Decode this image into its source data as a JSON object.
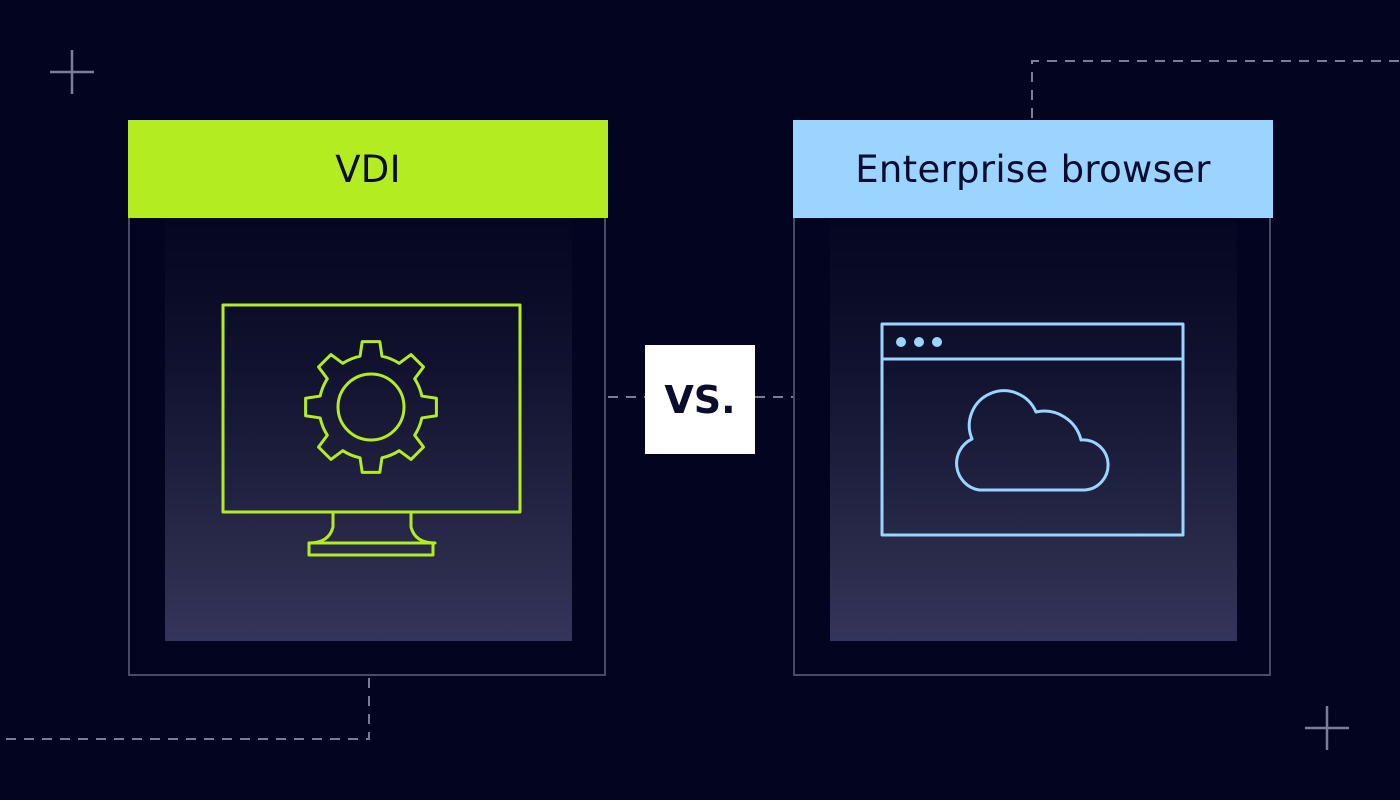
{
  "colors": {
    "background": "#03041f",
    "vdi_accent": "#b3ec20",
    "enterprise_accent": "#9ad4ff",
    "frame": "#4a4a68",
    "connector": "#7c7c94"
  },
  "left_panel": {
    "title": "VDI",
    "icon": "monitor-gear-icon"
  },
  "right_panel": {
    "title": "Enterprise browser",
    "icon": "browser-cloud-icon"
  },
  "comparison_label": "VS.",
  "decorations": {
    "corner_marks": "plus-icon",
    "lines": "dashed-connector"
  }
}
